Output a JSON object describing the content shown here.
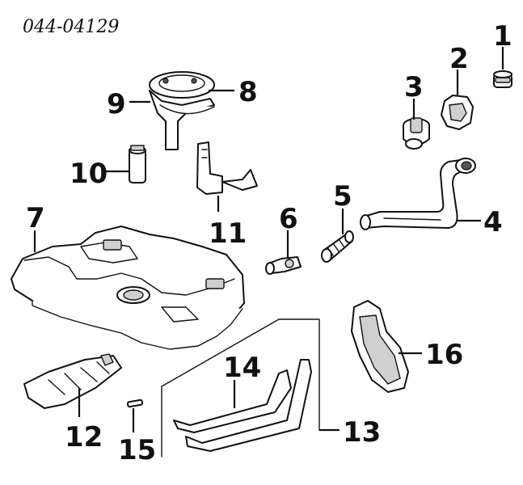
{
  "reference_number": "044-04129",
  "callouts": {
    "c1": "1",
    "c2": "2",
    "c3": "3",
    "c4": "4",
    "c5": "5",
    "c6": "6",
    "c7": "7",
    "c8": "8",
    "c9": "9",
    "c10": "10",
    "c11": "11",
    "c12": "12",
    "c13": "13",
    "c14": "14",
    "c15": "15",
    "c16": "16"
  }
}
